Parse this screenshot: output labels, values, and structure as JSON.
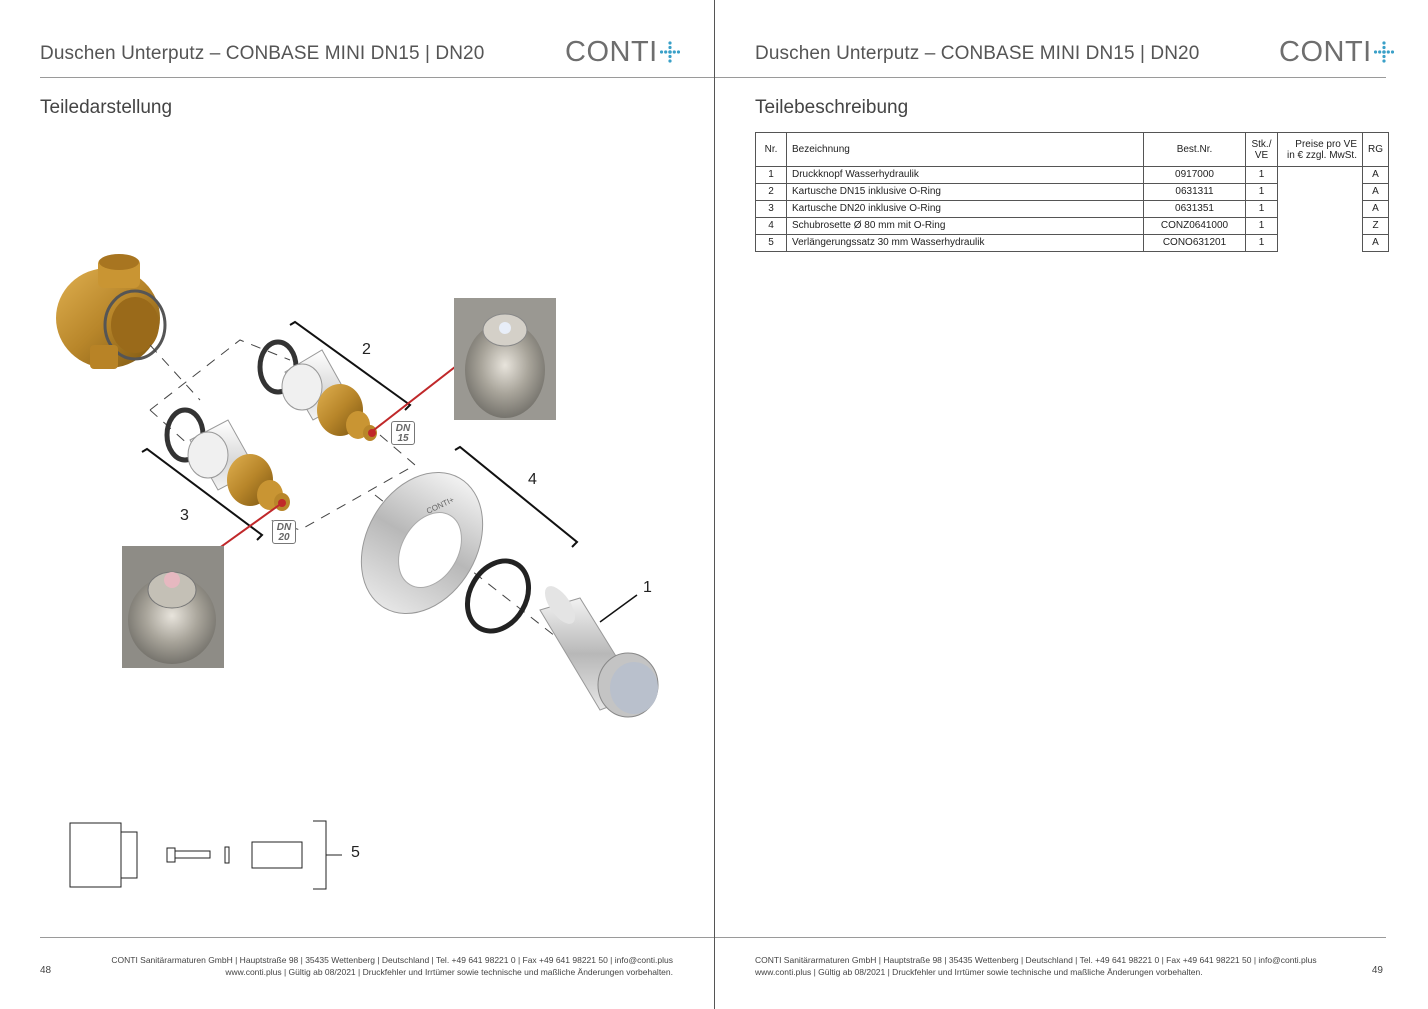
{
  "left_page": {
    "header_title": "Duschen Unterputz – CONBASE MINI DN15 | DN20",
    "logo_text": "CONTI",
    "section_title": "Teiledarstellung",
    "callouts": [
      "1",
      "2",
      "3",
      "4",
      "5"
    ],
    "badges": {
      "dn15_top": "DN",
      "dn15_bottom": "15",
      "dn20_top": "DN",
      "dn20_bottom": "20"
    },
    "rosette_text": "CONTI+",
    "footer_line1": "CONTI Sanitärarmaturen GmbH | Hauptstraße 98 | 35435 Wettenberg | Deutschland | Tel. +49 641 98221 0 | Fax +49 641 98221 50 | info@conti.plus",
    "footer_line2": "www.conti.plus | Gültig ab 08/2021 | Druckfehler und Irrtümer sowie technische und maßliche Änderungen vorbehalten.",
    "page_number": "48"
  },
  "right_page": {
    "header_title": "Duschen Unterputz – CONBASE MINI DN15 | DN20",
    "logo_text": "CONTI",
    "section_title": "Teilebeschreibung",
    "table": {
      "headers": {
        "nr": "Nr.",
        "bezeichnung": "Bezeichnung",
        "bestnr": "Best.Nr.",
        "stk_line1": "Stk./",
        "stk_line2": "VE",
        "preis_line1": "Preise pro VE",
        "preis_line2": "in € zzgl. MwSt.",
        "rg": "RG"
      },
      "rows": [
        {
          "nr": "1",
          "bezeichnung": "Druckknopf Wasserhydraulik",
          "bestnr": "0917000",
          "stk": "1",
          "preis": "",
          "rg": "A"
        },
        {
          "nr": "2",
          "bezeichnung": "Kartusche DN15 inklusive O-Ring",
          "bestnr": "0631311",
          "stk": "1",
          "preis": "",
          "rg": "A"
        },
        {
          "nr": "3",
          "bezeichnung": "Kartusche DN20 inklusive O-Ring",
          "bestnr": "0631351",
          "stk": "1",
          "preis": "",
          "rg": "A"
        },
        {
          "nr": "4",
          "bezeichnung": "Schubrosette Ø 80 mm mit O-Ring",
          "bestnr": "CONZ0641000",
          "stk": "1",
          "preis": "",
          "rg": "Z"
        },
        {
          "nr": "5",
          "bezeichnung": "Verlängerungssatz 30 mm Wasserhydraulik",
          "bestnr": "CONO631201",
          "stk": "1",
          "preis": "",
          "rg": "A"
        }
      ]
    },
    "footer_line1": "CONTI Sanitärarmaturen GmbH | Hauptstraße 98 | 35435 Wettenberg | Deutschland | Tel. +49 641 98221 0 | Fax +49 641 98221 50 | info@conti.plus",
    "footer_line2": "www.conti.plus | Gültig ab 08/2021 | Druckfehler und Irrtümer sowie technische und maßliche Änderungen vorbehalten.",
    "page_number": "49"
  },
  "colors": {
    "logo_accent": "#3aa0c8",
    "brass": "#b8862a",
    "callout_line": "#c0282a",
    "chrome": "#c8c8c8"
  }
}
